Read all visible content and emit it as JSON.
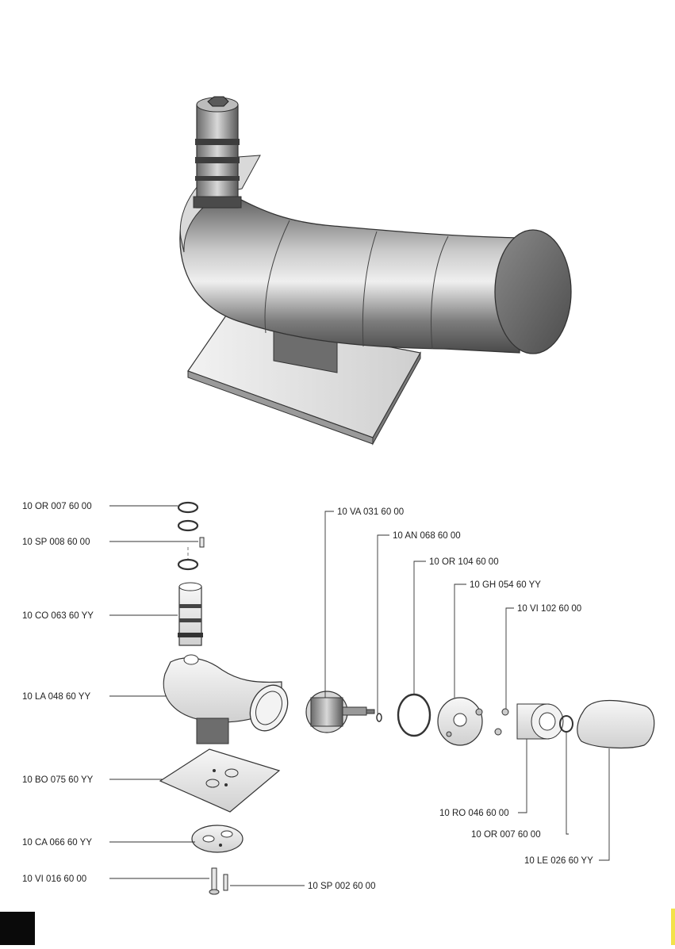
{
  "parts": {
    "or_007_top": "10 OR 007 60 00",
    "sp_008": "10 SP 008 60 00",
    "co_063": "10 CO 063 60 YY",
    "la_048": "10 LA 048 60 YY",
    "bo_075": "10 BO 075 60 YY",
    "ca_066": "10 CA 066 60 YY",
    "vi_016": "10 VI 016 60 00",
    "sp_002": "10 SP 002 60 00",
    "va_031": "10 VA 031 60 00",
    "an_068": "10 AN 068 60 00",
    "or_104": "10 OR 104 60 00",
    "gh_054": "10 GH 054 60 YY",
    "vi_102": "10 VI 102 60 00",
    "ro_046": "10 RO 046 60 00",
    "or_007_bottom": "10 OR 007 60 00",
    "le_026": "10 LE 026 60 YY"
  },
  "colors": {
    "ink": "#222222",
    "metal_light": "#e6e6e6",
    "metal_mid": "#9a9a9a",
    "metal_dark": "#555555",
    "corner_block": "#0a0a0a",
    "corner_mark": "#f3e24a"
  }
}
